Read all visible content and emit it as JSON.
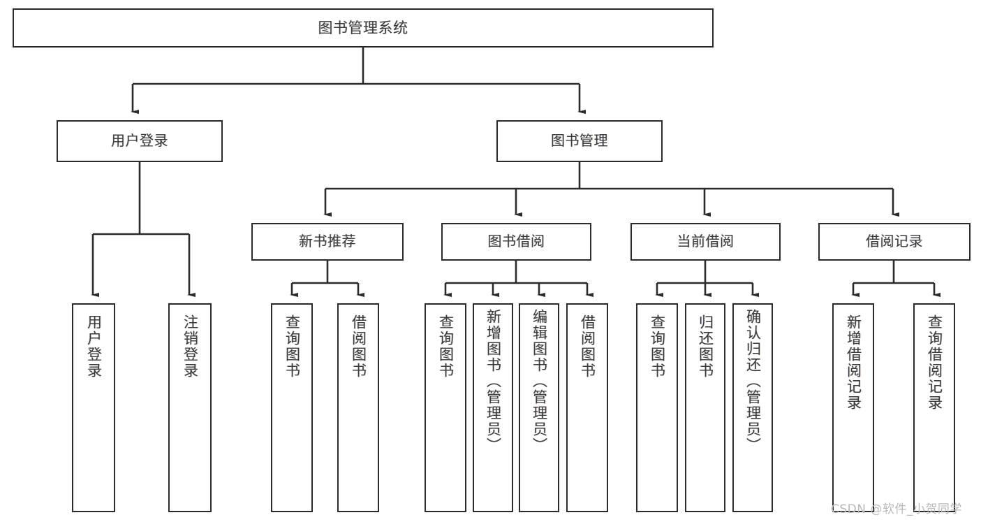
{
  "diagram": {
    "title": "图书管理系统",
    "type": "tree-hierarchy",
    "root": {
      "label": "图书管理系统"
    },
    "level2": [
      {
        "label": "用户登录"
      },
      {
        "label": "图书管理"
      }
    ],
    "level3": [
      {
        "label": "新书推荐"
      },
      {
        "label": "图书借阅"
      },
      {
        "label": "当前借阅"
      },
      {
        "label": "借阅记录"
      }
    ],
    "leaves": {
      "user_login": [
        {
          "label": "用户登录"
        },
        {
          "label": "注销登录"
        }
      ],
      "new_book_recommend": [
        {
          "label": "查询图书"
        },
        {
          "label": "借阅图书"
        }
      ],
      "book_borrow": [
        {
          "label": "查询图书"
        },
        {
          "label": "新增图书（管理员）"
        },
        {
          "label": "编辑图书（管理员）"
        },
        {
          "label": "借阅图书"
        }
      ],
      "current_borrow": [
        {
          "label": "查询图书"
        },
        {
          "label": "归还图书"
        },
        {
          "label": "确认归还（管理员）"
        }
      ],
      "borrow_record": [
        {
          "label": "新增借阅记录"
        },
        {
          "label": "查询借阅记录"
        }
      ]
    }
  },
  "watermark": {
    "text": "CSDN @软件_小贺同学"
  },
  "colors": {
    "box_border": "#2b2b2b",
    "box_fill": "#ffffff",
    "text": "#3b3b3b",
    "edge": "#2b2b2b",
    "watermark": "#b9b9b9"
  }
}
